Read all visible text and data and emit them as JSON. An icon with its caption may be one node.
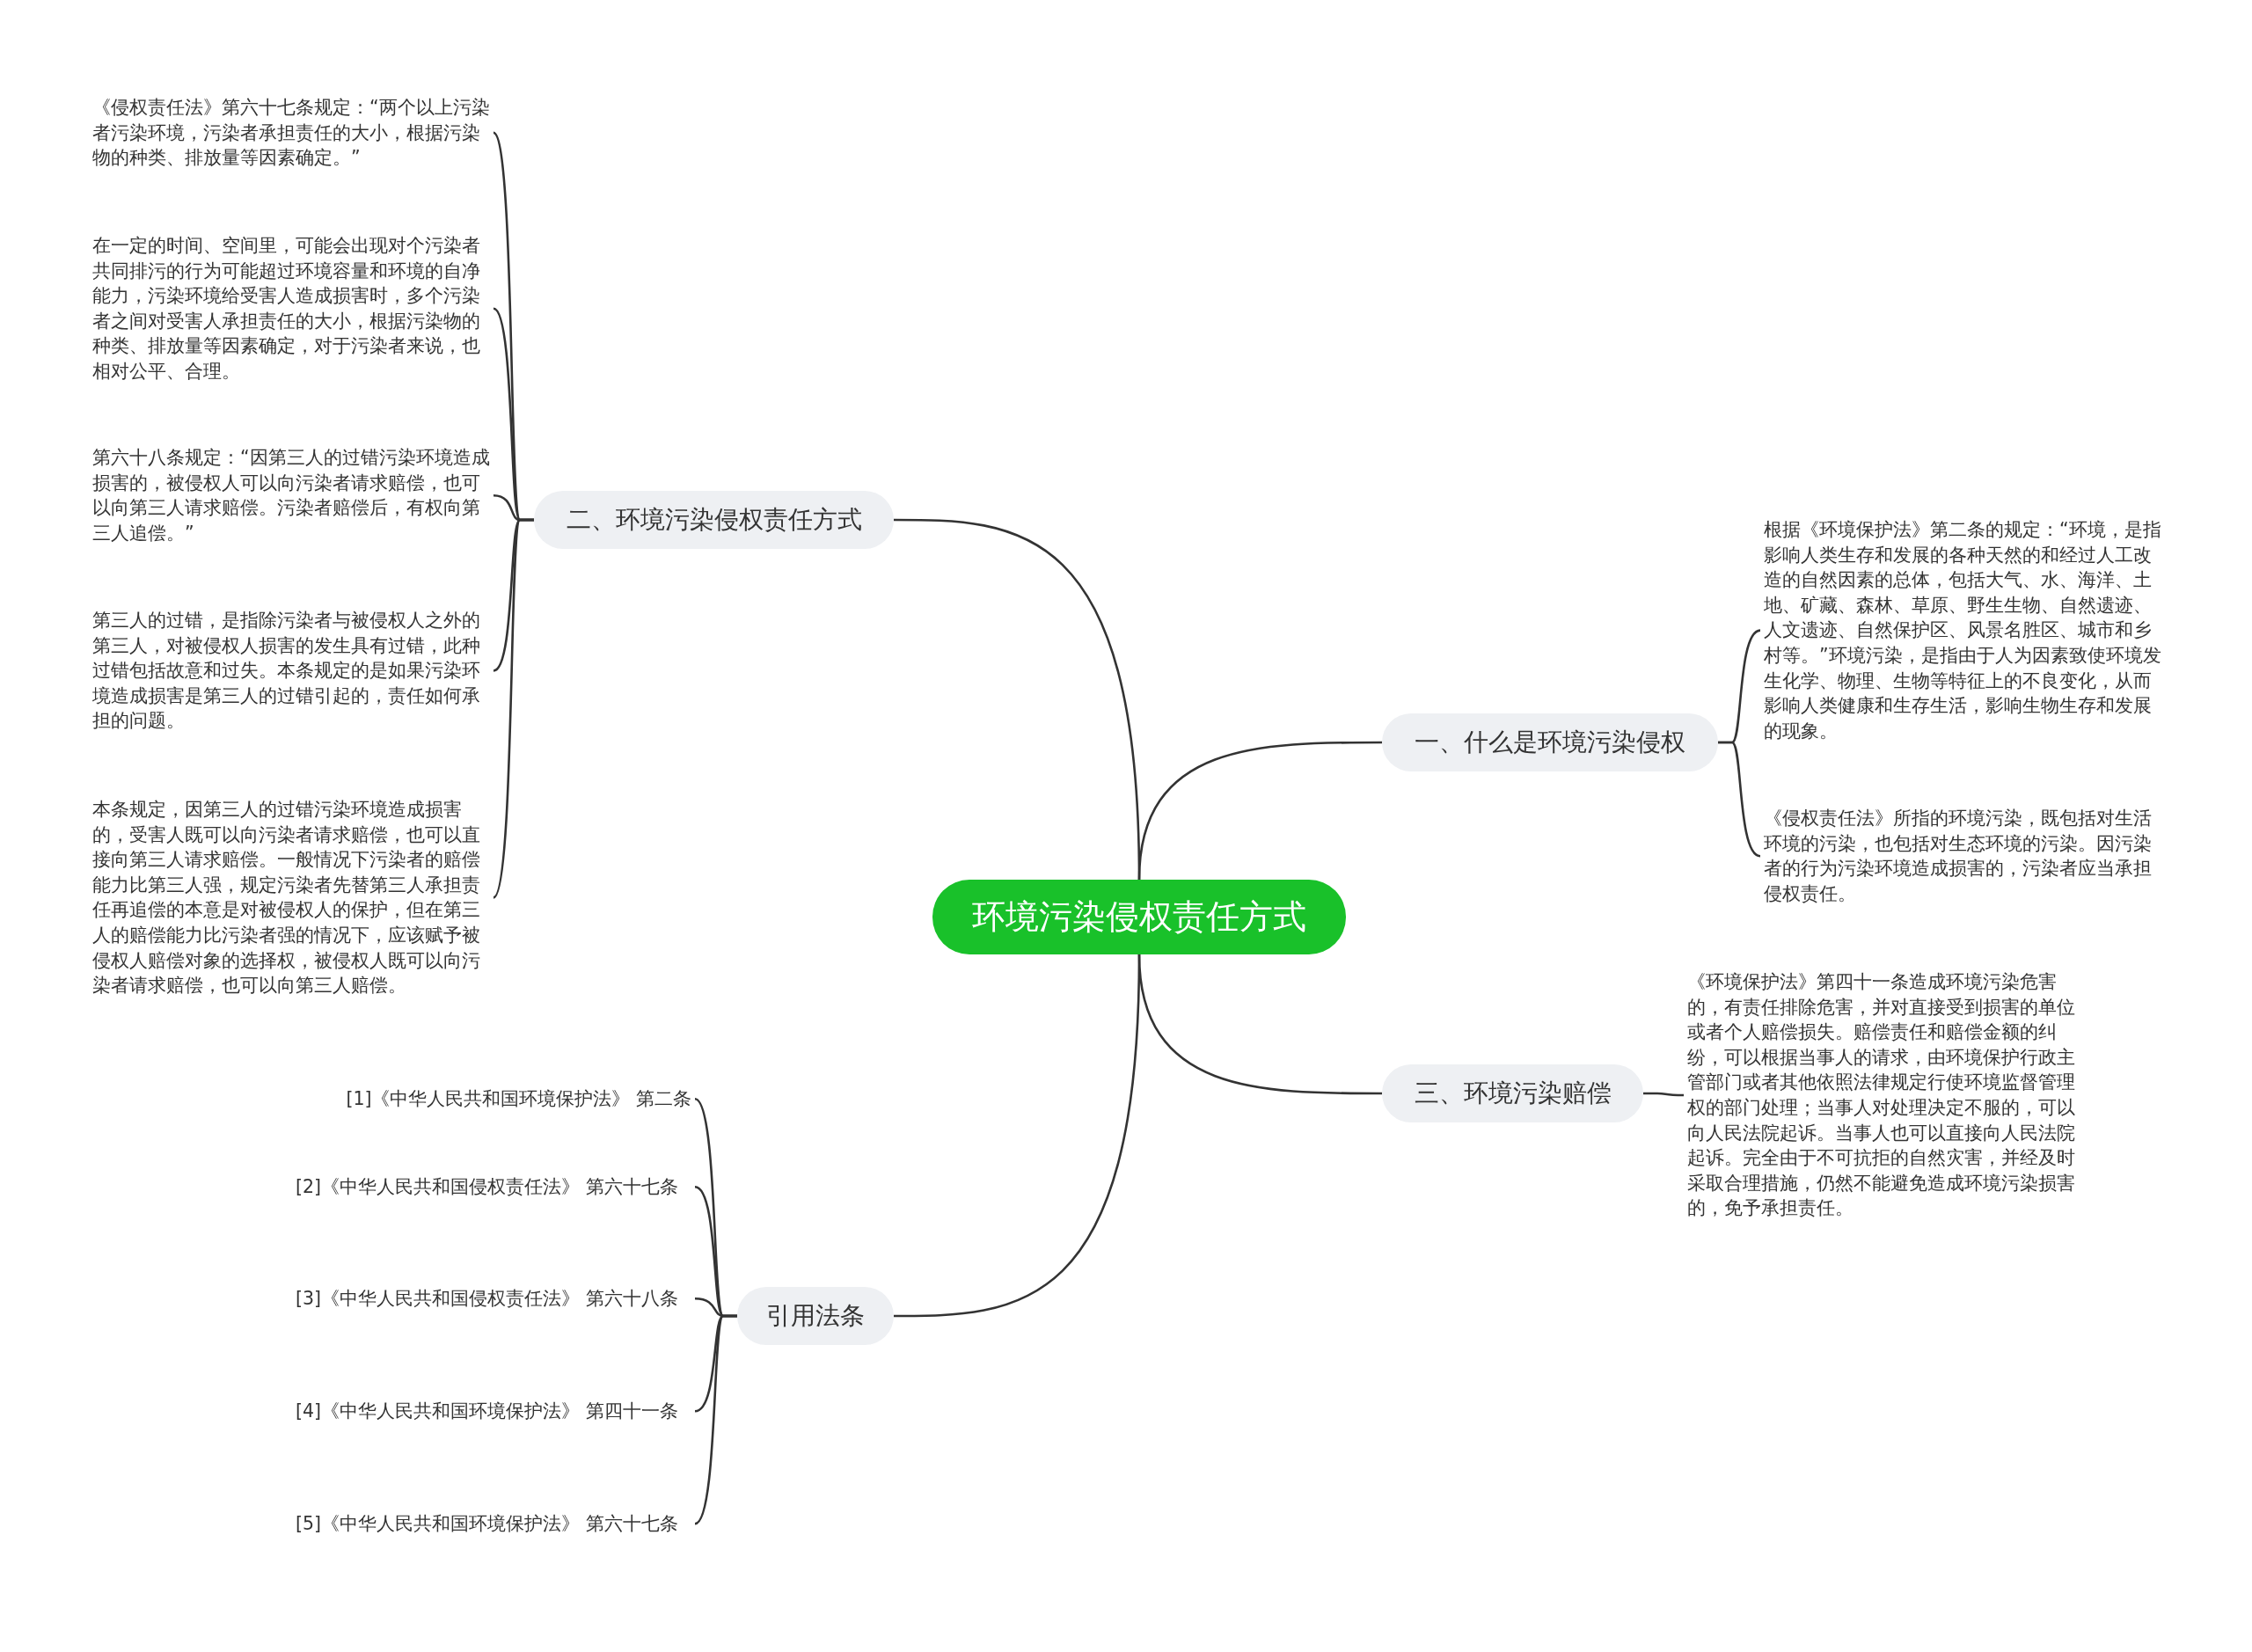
{
  "diagram": {
    "nodes": [
      {
        "text": [
          "环境污染侵权责任方式"
        ]
      },
      {
        "text": [
          "二、环境污染侵权责任方式"
        ]
      },
      {
        "text": [
          "《侵权责任法》第六十七条规定：“两个以上污染者污染环境，污染者承担责任的大小，根据污染物的种类、排放量等因素确定。”"
        ]
      },
      {
        "text": [
          "在一定的时间、空间里，可能会出现对个污染者共同排污的行为可能超过环境容量和环境的自净能力，污染环境给受害人造成损害时，多个污染者之间对受害人承担责任的大小，根据污染物的种类、排放量等因素确定，对于污染者来说，也相对公平、合理。"
        ]
      },
      {
        "text": [
          "第六十八条规定：“因第三人的过错污染环境造成损害的，被侵权人可以向污染者请求赔偿，也可以向第三人请求赔偿。污染者赔偿后，有权向第三人追偿。”"
        ]
      },
      {
        "text": [
          "第三人的过错，是指除污染者与被侵权人之外的第三人，对被侵权人损害的发生具有过错，此种过错包括故意和过失。本条规定的是如果污染环境造成损害是第三人的过错引起的，责任如何承担的问题。"
        ]
      },
      {
        "text": [
          "本条规定，因第三人的过错污染环境造成损害的，受害人既可以向污染者请求赔偿，也可以直接向第三人请求赔偿。一般情况下污染者的赔偿能力比第三人强，规定污染者先替第三人承担责任再追偿的本意是对被侵权人的保护，但在第三人的赔偿能力比污染者强的情况下，应该赋予被侵权人赔偿对象的选择权，被侵权人既可以向污染者请求赔偿，也可以向第三人赔偿。"
        ]
      },
      {
        "text": [
          "一、什么是环境污染侵权"
        ]
      },
      {
        "text": [
          "根据《环境保护法》第二条的规定：“环境，是指影响人类生存和发展的各种天然的和经过人工改造的自然因素的总体，包括大气、水、海洋、土地、矿藏、森林、草原、野生生物、自然遗迹、人文遗迹、自然保护区、风景名胜区、城市和乡村等。”环境污染，是指由于人为因素致使环境发生化学、物理、生物等特征上的不良变化，从而影响人类健康和生存生活，影响生物生存和发展的现象。"
        ]
      },
      {
        "text": [
          "《侵权责任法》所指的环境污染，既包括对生活环境的污染，也包括对生态环境的污染。因污染者的行为污染环境造成损害的，污染者应当承担侵权责任。"
        ]
      },
      {
        "text": [
          "三、环境污染赔偿"
        ]
      },
      {
        "text": [
          "《环境保护法》第四十一条造成环境污染危害的，有责任排除危害，并对直接受到损害的单位或者个人赔偿损失。赔偿责任和赔偿金额的纠纷，可以根据当事人的请求，由环境保护行政主管部门或者其他依照法律规定行使环境监督管理权的部门处理；当事人对处理决定不服的，可以向人民法院起诉。当事人也可以直接向人民法院起诉。完全由于不可抗拒的自然灾害，并经及时采取合理措施，仍然不能避免造成环境污染损害的，免予承担责任。"
        ]
      },
      {
        "text": [
          "引用法条"
        ]
      },
      {
        "text": [
          "[1]《中华人民共和国环境保护法》 第二条"
        ]
      },
      {
        "text": [
          "[2]《中华人民共和国侵权责任法》 第六十七条"
        ]
      },
      {
        "text": [
          "[3]《中华人民共和国侵权责任法》 第六十八条"
        ]
      },
      {
        "text": [
          "[4]《中华人民共和国环境保护法》 第四十一条"
        ]
      },
      {
        "text": [
          "[5]《中华人民共和国环境保护法》 第六十七条"
        ]
      }
    ],
    "edges": [
      {
        "from": 0,
        "to": 1,
        "arrow": "none"
      },
      {
        "from": 1,
        "to": 2,
        "arrow": "none"
      },
      {
        "from": 1,
        "to": 3,
        "arrow": "none"
      },
      {
        "from": 1,
        "to": 4,
        "arrow": "none"
      },
      {
        "from": 1,
        "to": 5,
        "arrow": "none"
      },
      {
        "from": 1,
        "to": 6,
        "arrow": "none"
      },
      {
        "from": 0,
        "to": 7,
        "arrow": "none"
      },
      {
        "from": 7,
        "to": 8,
        "arrow": "none"
      },
      {
        "from": 7,
        "to": 9,
        "arrow": "none"
      },
      {
        "from": 0,
        "to": 10,
        "arrow": "none"
      },
      {
        "from": 10,
        "to": 11,
        "arrow": "none"
      },
      {
        "from": 0,
        "to": 12,
        "arrow": "none"
      },
      {
        "from": 12,
        "to": 13,
        "arrow": "none"
      },
      {
        "from": 12,
        "to": 14,
        "arrow": "none"
      },
      {
        "from": 12,
        "to": 15,
        "arrow": "none"
      },
      {
        "from": 12,
        "to": 16,
        "arrow": "none"
      },
      {
        "from": 12,
        "to": 17,
        "arrow": "none"
      }
    ]
  }
}
